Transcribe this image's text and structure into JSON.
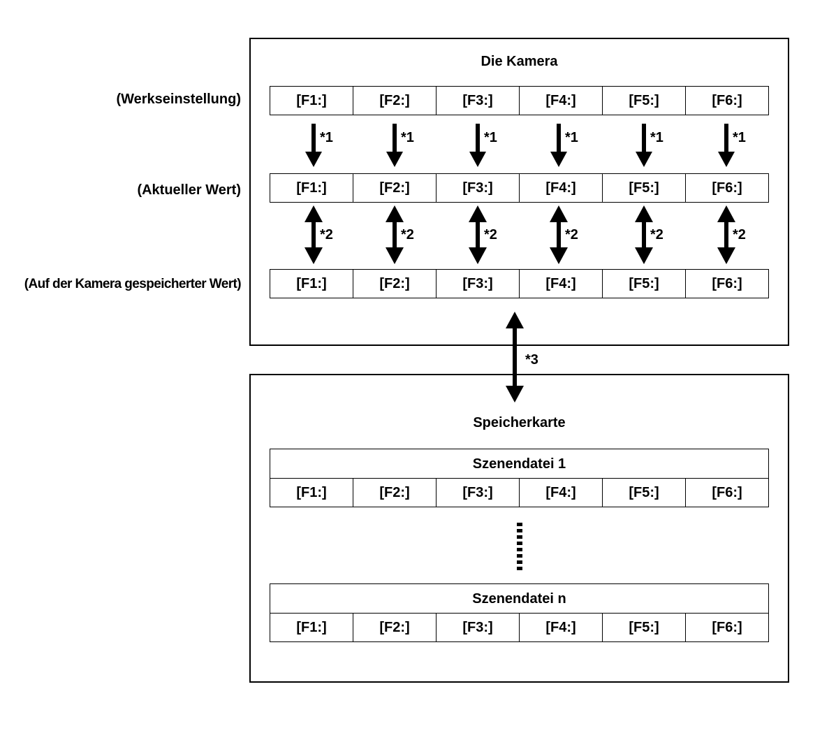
{
  "camera": {
    "title": "Die Kamera",
    "rows": [
      {
        "label": "(Werkseinstellung)",
        "cells": [
          "[F1:]",
          "[F2:]",
          "[F3:]",
          "[F4:]",
          "[F5:]",
          "[F6:]"
        ]
      },
      {
        "label": "(Aktueller Wert)",
        "cells": [
          "[F1:]",
          "[F2:]",
          "[F3:]",
          "[F4:]",
          "[F5:]",
          "[F6:]"
        ]
      },
      {
        "label": "(Auf der Kamera gespeicherter Wert)",
        "cells": [
          "[F1:]",
          "[F2:]",
          "[F3:]",
          "[F4:]",
          "[F5:]",
          "[F6:]"
        ]
      }
    ]
  },
  "arrows": {
    "factory_to_current": "*1",
    "current_stored": "*2",
    "camera_card": "*3"
  },
  "card": {
    "title": "Speicherkarte",
    "scenes": [
      {
        "name": "Szenendatei 1",
        "cells": [
          "[F1:]",
          "[F2:]",
          "[F3:]",
          "[F4:]",
          "[F5:]",
          "[F6:]"
        ]
      },
      {
        "name": "Szenendatei n",
        "cells": [
          "[F1:]",
          "[F2:]",
          "[F3:]",
          "[F4:]",
          "[F5:]",
          "[F6:]"
        ]
      }
    ]
  }
}
